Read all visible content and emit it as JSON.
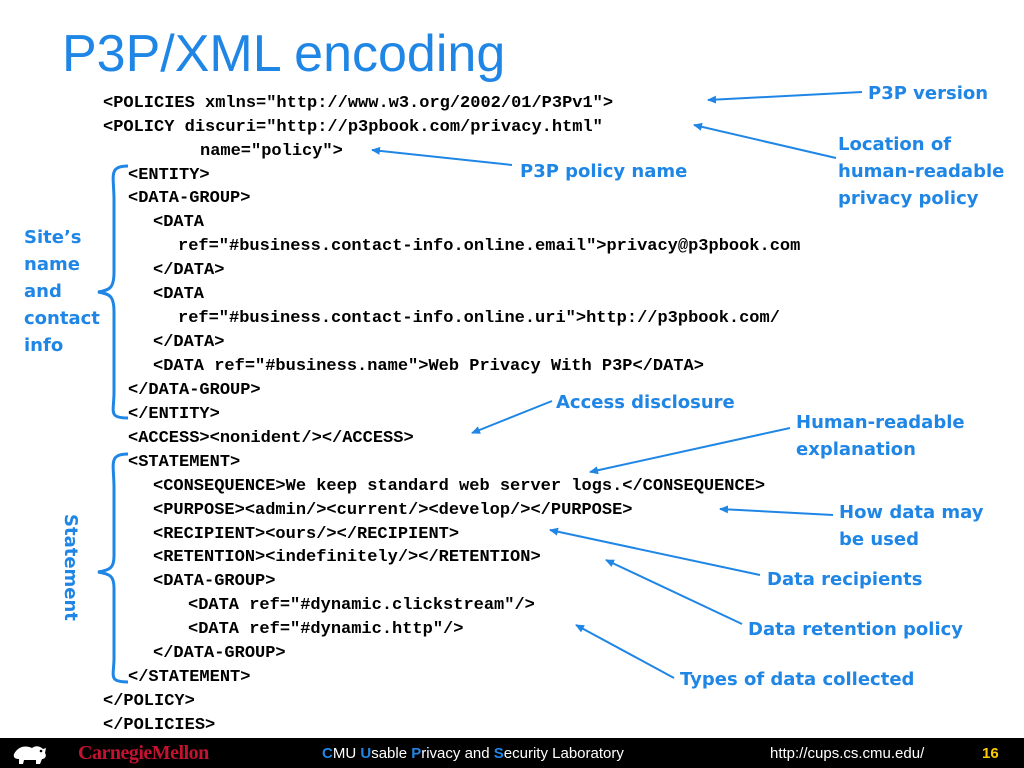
{
  "slide": {
    "title": "P3P/XML encoding",
    "code_lines": [
      "<POLICIES xmlns=\"http://www.w3.org/2002/01/P3Pv1\">",
      "<POLICY discuri=\"http://p3pbook.com/privacy.html\"",
      "name=\"policy\">",
      "<ENTITY>",
      "<DATA-GROUP>",
      "<DATA",
      "ref=\"#business.contact-info.online.email\">privacy@p3pbook.com",
      "</DATA>",
      "<DATA",
      "ref=\"#business.contact-info.online.uri\">http://p3pbook.com/",
      "</DATA>",
      "<DATA ref=\"#business.name\">Web Privacy With P3P</DATA>",
      "</DATA-GROUP>",
      "</ENTITY>",
      "<ACCESS><nonident/></ACCESS>",
      "<STATEMENT>",
      "<CONSEQUENCE>We keep standard web server logs.</CONSEQUENCE>",
      "<PURPOSE><admin/><current/><develop/></PURPOSE>",
      "<RECIPIENT><ours/></RECIPIENT>",
      "<RETENTION><indefinitely/></RETENTION>",
      "<DATA-GROUP>",
      "<DATA ref=\"#dynamic.clickstream\"/>",
      "<DATA ref=\"#dynamic.http\"/>",
      "</DATA-GROUP>",
      "</STATEMENT>",
      "</POLICY>",
      "</POLICIES>"
    ],
    "annotations": {
      "p3p_version": "P3P version",
      "location_1": "Location of",
      "location_2": "human-readable",
      "location_3": "privacy policy",
      "policy_name": "P3P policy name",
      "access_disclosure": "Access disclosure",
      "human_explanation_1": "Human-readable",
      "human_explanation_2": "explanation",
      "how_data_used_1": "How data may",
      "how_data_used_2": "be used",
      "data_recipients": "Data recipients",
      "data_retention": "Data retention policy",
      "types_collected": "Types of data collected"
    },
    "side_labels": {
      "site_1": "Site’s",
      "site_2": "name",
      "site_3": "and",
      "site_4": "contact",
      "site_5": "info",
      "statement": "Statement"
    }
  },
  "footer": {
    "brand": "CarnegieMellon",
    "lab_c": "C",
    "lab_mu": "MU ",
    "lab_u": "U",
    "lab_sable": "sable ",
    "lab_p": "P",
    "lab_rivacy": "rivacy and ",
    "lab_s": "S",
    "lab_ecurity": "ecurity Laboratory",
    "url": "http://cups.cs.cmu.edu/",
    "page_number": "16"
  },
  "colors": {
    "accent": "#1f86e5",
    "brand_red": "#c41230",
    "page_number": "#ffcc00",
    "footer_bg": "#000000"
  }
}
